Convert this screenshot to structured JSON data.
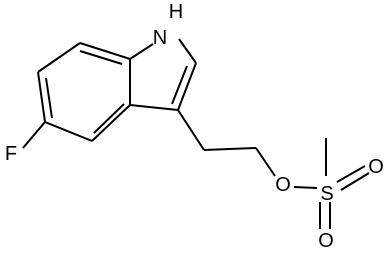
{
  "molecule": {
    "atoms": {
      "n_h": "H",
      "n": "N",
      "f": "F",
      "o_ester": "O",
      "s": "S",
      "o_top": "O",
      "o_bottom": "O"
    },
    "bond_color": "#000000",
    "label_color": "#000000",
    "background": "#ffffff"
  }
}
